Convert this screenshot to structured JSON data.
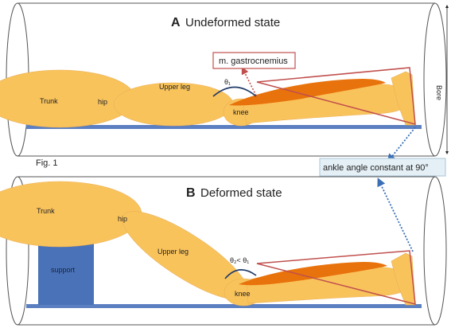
{
  "panel_a": {
    "letter": "A",
    "title": "Undeformed state",
    "labels": {
      "trunk": "Trunk",
      "hip": "hip",
      "upper_leg": "Upper leg",
      "knee": "knee",
      "theta": "θ₁",
      "bore": "Bore"
    },
    "callout": "m. gastrocnemius"
  },
  "fig_label": "Fig. 1",
  "ankle_callout": "ankle angle constant at 90°",
  "panel_b": {
    "letter": "B",
    "title": "Deformed state",
    "labels": {
      "trunk": "Trunk",
      "hip": "hip",
      "upper_leg": "Upper leg",
      "knee": "knee",
      "support": "support",
      "theta": "θ₂< θ₁"
    }
  },
  "colors": {
    "body": "#f9c35c",
    "body_edge": "#e8a53a",
    "muscle": "#e8720c",
    "line": "#c0504d",
    "table": "#5b7fc0",
    "support": "#4a72b8",
    "dotted": "#3a6fb5",
    "arc": "#1f3a66",
    "bore": "#555555",
    "ankle_box": "#e5f0f6"
  }
}
